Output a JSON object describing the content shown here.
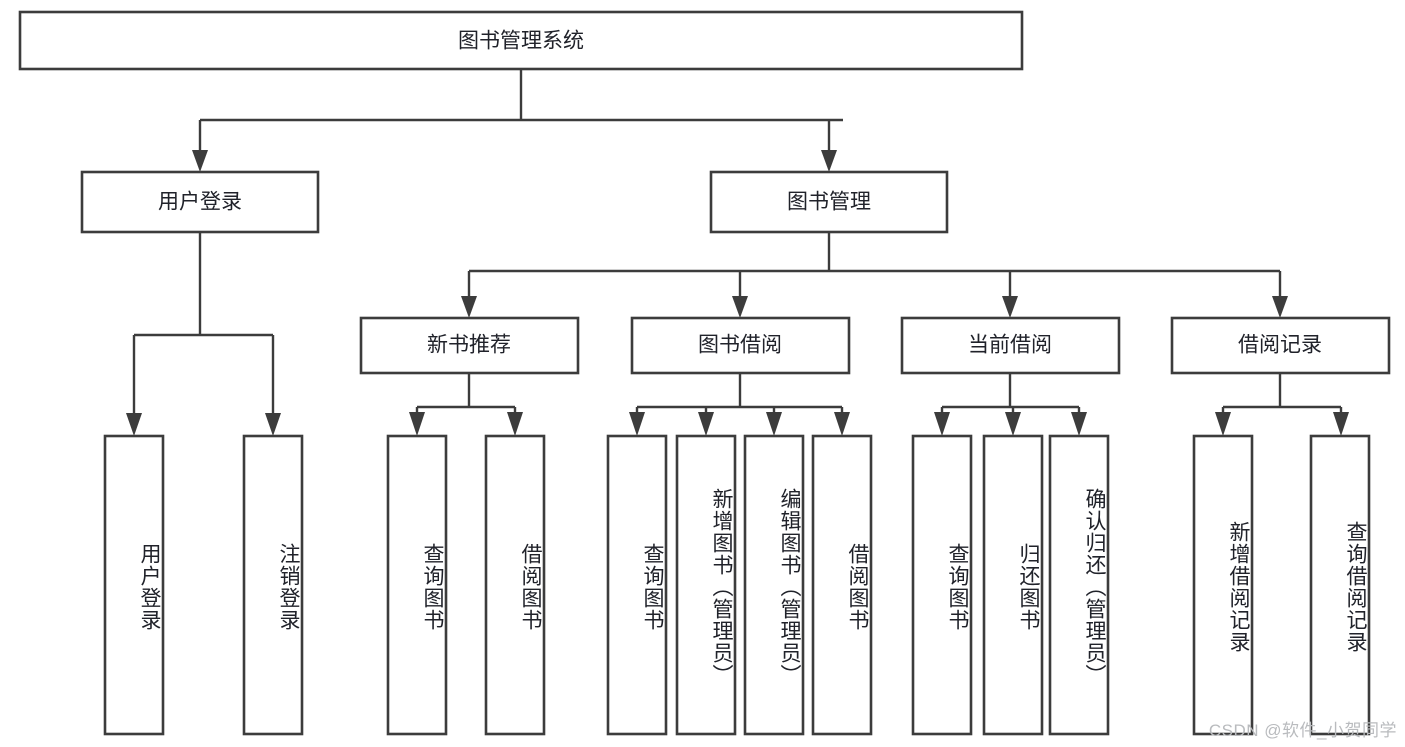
{
  "diagram": {
    "type": "tree-hierarchy-flowchart",
    "title": "图书管理系统",
    "background_color": "#ffffff",
    "box_stroke_color": "#3c3c3c",
    "text_color": "#20222a",
    "root": {
      "id": "root",
      "label": "图书管理系统"
    },
    "level1": [
      {
        "id": "user-login",
        "label": "用户登录"
      },
      {
        "id": "book-manage",
        "label": "图书管理"
      }
    ],
    "level2": [
      {
        "id": "new-book-recommend",
        "label": "新书推荐",
        "parent": "book-manage"
      },
      {
        "id": "book-borrow",
        "label": "图书借阅",
        "parent": "book-manage"
      },
      {
        "id": "current-borrow",
        "label": "当前借阅",
        "parent": "book-manage"
      },
      {
        "id": "borrow-record",
        "label": "借阅记录",
        "parent": "book-manage"
      }
    ],
    "leaves": {
      "user-login": [
        {
          "id": "leaf-user-login",
          "label": "用户登录"
        },
        {
          "id": "leaf-logout",
          "label": "注销登录"
        }
      ],
      "new-book-recommend": [
        {
          "id": "leaf-query-book-1",
          "label": "查询图书"
        },
        {
          "id": "leaf-borrow-book-1",
          "label": "借阅图书"
        }
      ],
      "book-borrow": [
        {
          "id": "leaf-query-book-2",
          "label": "查询图书"
        },
        {
          "id": "leaf-add-book",
          "label": "新增图书（管理员）"
        },
        {
          "id": "leaf-edit-book",
          "label": "编辑图书（管理员）"
        },
        {
          "id": "leaf-borrow-book-2",
          "label": "借阅图书"
        }
      ],
      "current-borrow": [
        {
          "id": "leaf-query-book-3",
          "label": "查询图书"
        },
        {
          "id": "leaf-return-book",
          "label": "归还图书"
        },
        {
          "id": "leaf-confirm-return",
          "label": "确认归还（管理员）"
        }
      ],
      "borrow-record": [
        {
          "id": "leaf-add-record",
          "label": "新增借阅记录"
        },
        {
          "id": "leaf-query-record",
          "label": "查询借阅记录"
        }
      ]
    }
  },
  "watermark": {
    "text": "CSDN @软件_小贺同学"
  }
}
